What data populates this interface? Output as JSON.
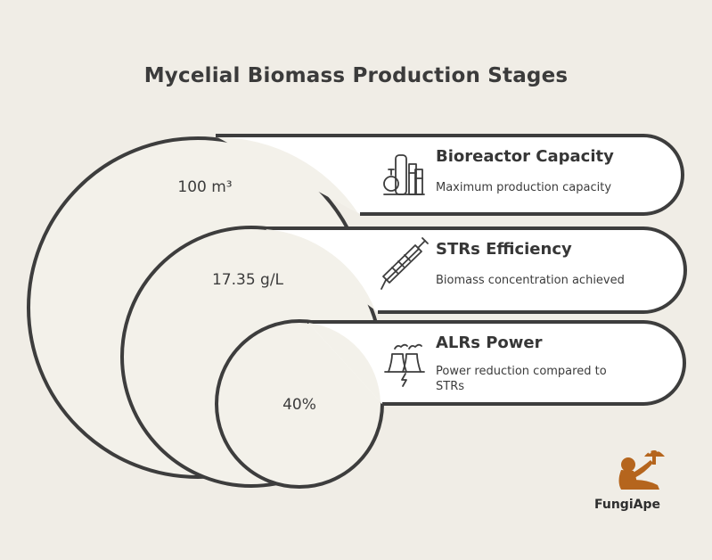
{
  "title": "Mycelial Biomass Production Stages",
  "stages": [
    {
      "value": "100 m³",
      "title": "Bioreactor Capacity",
      "description": "Maximum production capacity",
      "icon": "bioreactor-icon"
    },
    {
      "value": "17.35 g/L",
      "title": "STRs Efficiency",
      "description": "Biomass concentration achieved",
      "icon": "syringe-icon"
    },
    {
      "value": "40%",
      "title": "ALRs Power",
      "description": "Power reduction compared to STRs",
      "icon": "power-plant-icon"
    }
  ],
  "brand": {
    "name": "FungiApe",
    "icon": "ape-with-mushroom-logo",
    "color": "#b5651d"
  },
  "colors": {
    "background": "#f0ede6",
    "fill": "#f3f1ea",
    "card": "#ffffff",
    "stroke": "#3d3d3d"
  }
}
